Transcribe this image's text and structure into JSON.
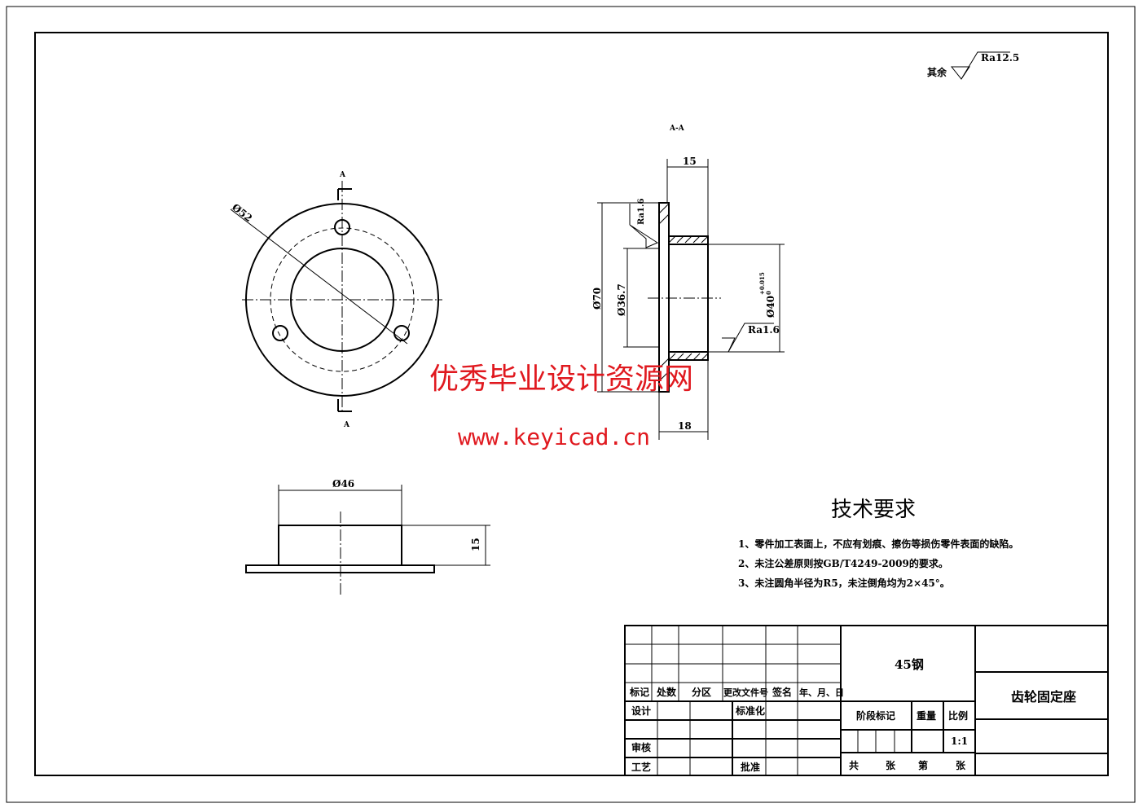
{
  "roughness_note": {
    "label": "其余",
    "value": "Ra12.5"
  },
  "section_label": "A-A",
  "cut_marks": {
    "top": "A",
    "bottom": "A"
  },
  "front_view": {
    "dia_label": "Ø52"
  },
  "section_view": {
    "dim_top": "15",
    "dim_bottom": "18",
    "dia_outer": "Ø70",
    "dia_inner": "Ø36.7",
    "dia_bore": "Ø40",
    "tol_upper": "+0.015",
    "tol_lower": "0",
    "ra_top": "Ra1.6",
    "ra_bore": "Ra1.6"
  },
  "bottom_view": {
    "dia_label": "Ø46",
    "height_label": "15"
  },
  "watermark": {
    "title": "优秀毕业设计资源网",
    "url": "www.keyicad.cn"
  },
  "tech_requirements": {
    "title": "技术要求",
    "items": [
      "1、零件加工表面上，不应有划痕、擦伤等损伤零件表面的缺陷。",
      "2、未注公差原则按GB/T4249-2009的要求。",
      "3、未注圆角半径为R5，未注倒角均为2×45°。"
    ]
  },
  "title_block": {
    "headers": [
      "标记",
      "处数",
      "分区",
      "更改文件号",
      "签名",
      "年、月、日"
    ],
    "design": "设计",
    "standardize": "标准化",
    "review": "审核",
    "process": "工艺",
    "approve": "批准",
    "material": "45钢",
    "stage_mark": "阶段标记",
    "weight": "重量",
    "scale_label": "比例",
    "scale": "1:1",
    "total": "共",
    "sheets": "张",
    "sheet_no": "第",
    "sheet": "张",
    "part_name": "齿轮固定座"
  }
}
